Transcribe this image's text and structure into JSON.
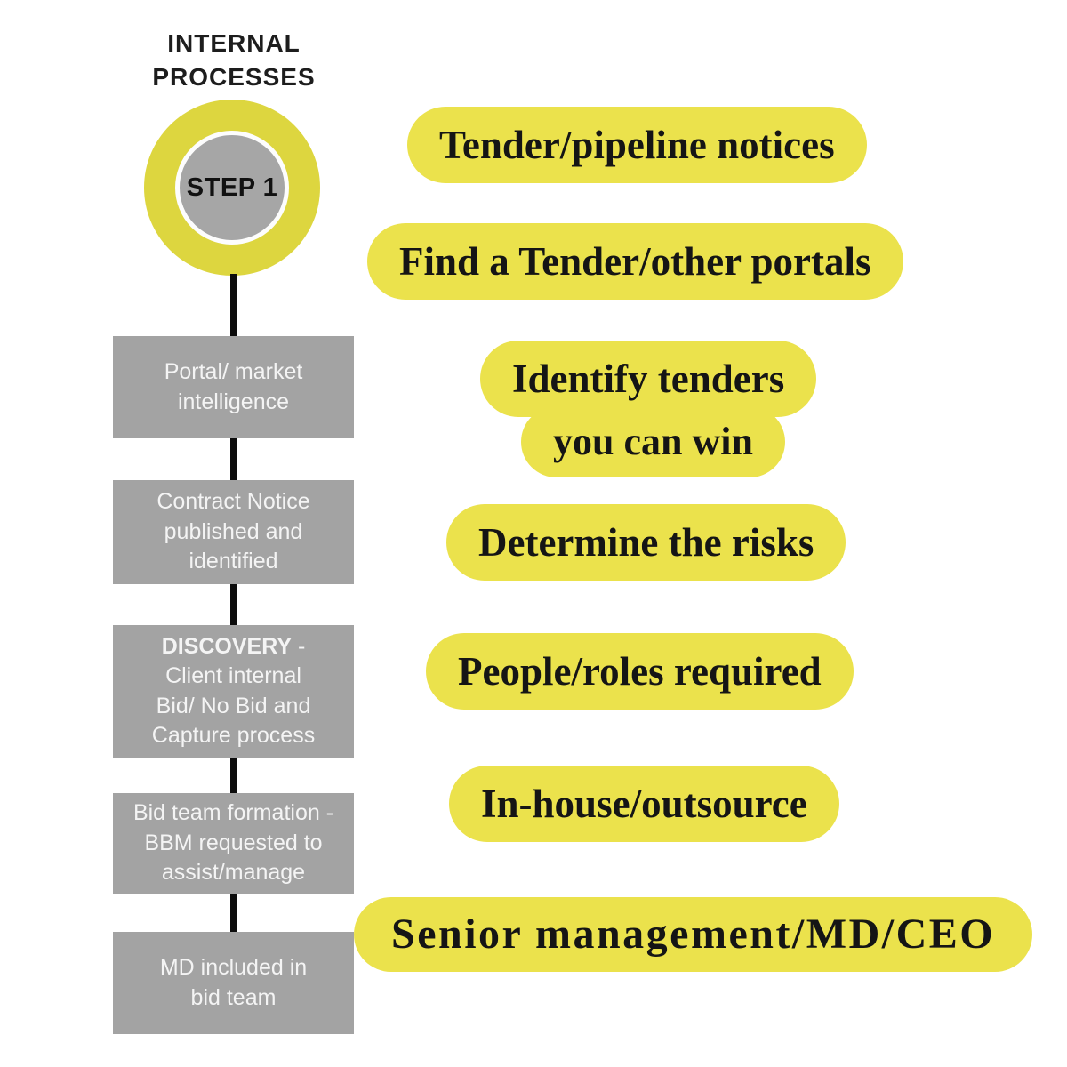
{
  "colors": {
    "highlight_yellow": "#ebe24c",
    "circle_yellow": "#ddd63f",
    "box_gray": "#a3a3a3",
    "ink": "#151515",
    "box_text": "#f4f4f4"
  },
  "flow": {
    "title": "INTERNAL\nPROCESSES",
    "step_label": "STEP 1",
    "boxes": [
      {
        "text": "Portal/ market\nintelligence"
      },
      {
        "text": "Contract Notice\npublished and\nidentified"
      },
      {
        "bold": "DISCOVERY",
        "text": " -\nClient internal\nBid/ No Bid and\nCapture process"
      },
      {
        "text": "Bid team formation -\nBBM requested to\nassist/manage"
      },
      {
        "text": "MD included in\nbid team"
      }
    ]
  },
  "callouts": [
    {
      "lines": [
        "Tender/pipeline notices"
      ]
    },
    {
      "lines": [
        "Find a Tender/other portals"
      ]
    },
    {
      "lines": [
        "Identify tenders",
        "you can win"
      ]
    },
    {
      "lines": [
        "Determine the risks"
      ]
    },
    {
      "lines": [
        "People/roles required"
      ]
    },
    {
      "lines": [
        "In-house/outsource"
      ]
    },
    {
      "lines": [
        "Senior management/MD/CEO"
      ]
    }
  ]
}
